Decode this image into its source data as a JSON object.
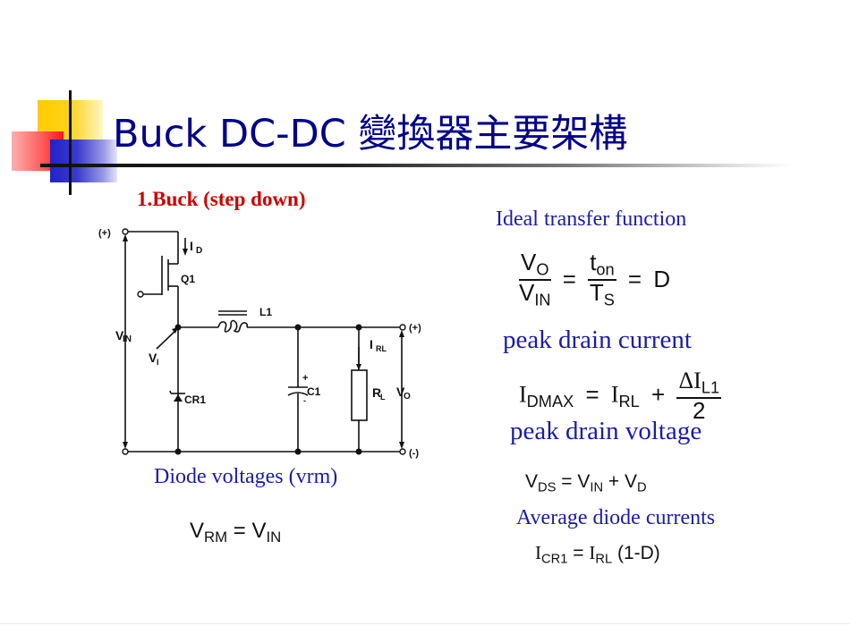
{
  "slide": {
    "title": "Buck DC-DC 變換器主要架構",
    "subheading": "1.Buck (step down)",
    "colors": {
      "title": "#00008b",
      "subheading": "#cc0000",
      "labels": "#1c1ca8",
      "deco_yellow": "#ffcc00",
      "deco_red": "#ff1a1a",
      "deco_blue": "#2222cc"
    }
  },
  "circuit": {
    "labels": {
      "plus_in": "(+)",
      "plus_out": "(+)",
      "minus_out": "(-)",
      "id": "I",
      "id_sub": "D",
      "q1": "Q1",
      "l1": "L1",
      "vin": "V",
      "vin_sub": "IN",
      "vi": "V",
      "vi_sub": "I",
      "irl": "I",
      "irl_sub": "RL",
      "cr1": "CR1",
      "c1": "C1",
      "c1_plus": "+",
      "c1_minus": "-",
      "rl": "R",
      "rl_sub": "L",
      "vo": "V",
      "vo_sub": "O"
    }
  },
  "sections": {
    "ideal_transfer": {
      "label": "Ideal transfer function",
      "equation": {
        "lhs_num": "V",
        "lhs_num_sub": "O",
        "lhs_den": "V",
        "lhs_den_sub": "IN",
        "eq1": "=",
        "mid_num": "t",
        "mid_num_sub": "on",
        "mid_den": "T",
        "mid_den_sub": "S",
        "eq2": "=",
        "rhs": "D"
      }
    },
    "peak_drain_current": {
      "label": "peak drain current",
      "equation": {
        "lhs": "I",
        "lhs_sub": "DMAX",
        "eq": "=",
        "t1": "I",
        "t1_sub": "RL",
        "plus": "+",
        "frac_num": "ΔI",
        "frac_num_sub": "L1",
        "frac_den": "2"
      }
    },
    "peak_drain_voltage": {
      "label": "peak drain voltage",
      "equation": {
        "lhs": "V",
        "lhs_sub": "DS",
        "eq": "=",
        "t1": "V",
        "t1_sub": "IN",
        "plus": "+",
        "t2": "V",
        "t2_sub": "D"
      }
    },
    "diode_voltages": {
      "label": "Diode voltages (vrm)",
      "equation": {
        "lhs": "V",
        "lhs_sub": "RM",
        "eq": "=",
        "rhs": "V",
        "rhs_sub": "IN"
      }
    },
    "average_diode_currents": {
      "label": "Average diode currents",
      "equation": {
        "lhs": "I",
        "lhs_sub": "CR1",
        "eq": "=",
        "t1": "I",
        "t1_sub": "RL",
        "tail": "(1-D)"
      }
    }
  }
}
